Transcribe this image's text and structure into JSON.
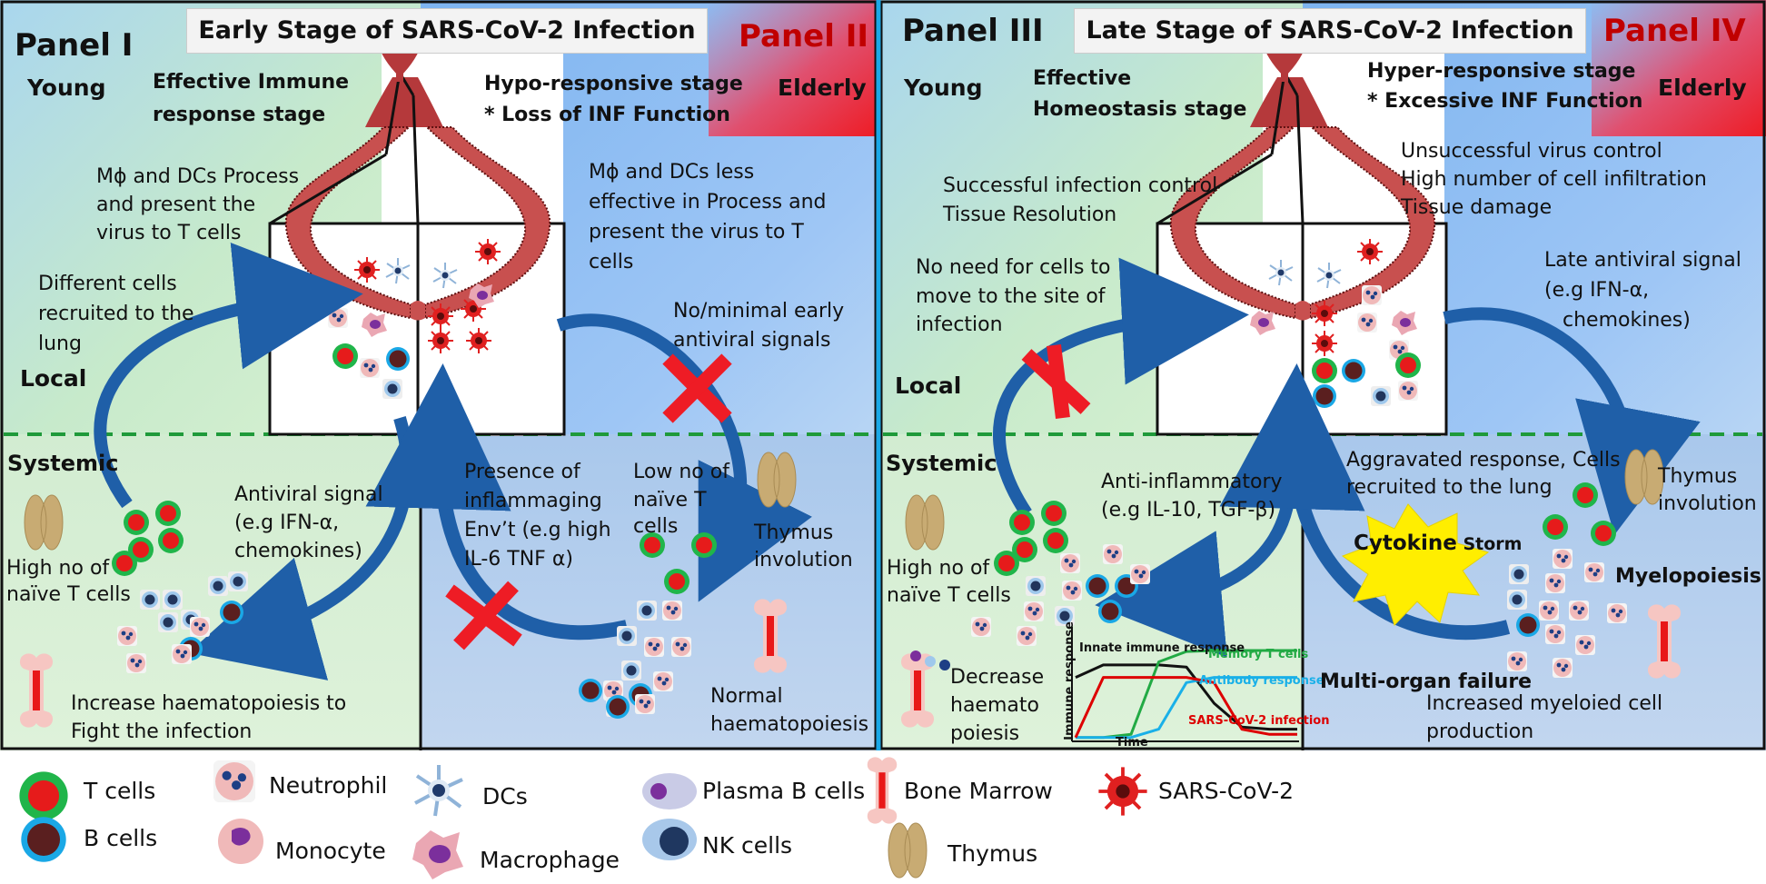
{
  "panels": {
    "p1": "Panel I",
    "p2": "Panel II",
    "p3": "Panel III",
    "p4": "Panel IV"
  },
  "banners": {
    "early": "Early Stage of  SARS-CoV-2 Infection",
    "late": "Late Stage of  SARS-CoV-2 Infection"
  },
  "labels": {
    "young1": "Young",
    "elderly1": "Elderly",
    "young2": "Young",
    "elderly2": "Elderly",
    "local1": "Local",
    "local2": "Local",
    "systemic1": "Systemic",
    "systemic2": "Systemic"
  },
  "p1": {
    "stage": [
      "Effective Immune",
      "response stage"
    ],
    "mphi": [
      "Mϕ and DCs Process",
      "and present the",
      "virus to T cells"
    ],
    "recruited": [
      "Different cells",
      "recruited to the",
      "lung"
    ],
    "antiviral": [
      "Antiviral signal",
      "(e.g IFN-α,",
      "chemokines)"
    ],
    "naive": [
      "High no of",
      "naïve T cells"
    ],
    "haemato": [
      "Increase haematopoiesis to",
      "Fight the infection"
    ]
  },
  "p2": {
    "stage": [
      "Hypo-responsive stage",
      "* Loss of INF Function"
    ],
    "mphi": [
      "Mϕ and DCs less",
      "effective in Process and",
      "present the virus to T",
      "cells"
    ],
    "noearly": [
      "No/minimal early",
      "antiviral signals"
    ],
    "inflammaging": [
      "Presence of",
      "inflammaging",
      "Env’t (e.g high",
      "IL-6 TNF α)"
    ],
    "lowno": [
      "Low no of",
      "naïve T",
      "cells"
    ],
    "thymus": [
      "Thymus",
      "involution"
    ],
    "normal": [
      "Normal",
      "haematopoiesis"
    ]
  },
  "p3": {
    "stage": [
      "Effective",
      "Homeostasis stage"
    ],
    "control": [
      "Successful infection control",
      "Tissue Resolution"
    ],
    "noneed": [
      "No need for cells to",
      "move to the site of",
      "infection"
    ],
    "anti": [
      "Anti-inflammatory",
      "(e.g IL-10, TGF-β)"
    ],
    "naive": [
      "High no of",
      "naïve T cells"
    ],
    "decrease": [
      "Decrease",
      "haemato",
      "poiesis"
    ]
  },
  "p4": {
    "stage": [
      "Hyper-responsive stage",
      "* Excessive INF Function"
    ],
    "unsuccess": [
      "Unsuccessful virus control",
      "High number of cell infiltration",
      "Tissue damage"
    ],
    "late": [
      "Late antiviral signal",
      "(e.g IFN-α,",
      "chemokines)"
    ],
    "aggravated": [
      "Aggravated response,  Cells",
      "recruited to the lung"
    ],
    "thymus": [
      "Thymus",
      "involution"
    ],
    "storm_a": "Cytokine",
    "storm_b": " Storm",
    "myelo": "Myelopoiesis",
    "multi": "Multi-organ failure",
    "increased": [
      "Increased myeloied cell",
      "production"
    ]
  },
  "chart_data": {
    "type": "line",
    "xlabel": "Time",
    "ylabel": "Immune response",
    "series": [
      {
        "name": "Innate immune response",
        "color": "#111111",
        "values": [
          0.6,
          0.72,
          0.72,
          0.72,
          0.7,
          0.35,
          0.12,
          0.1,
          0.1
        ]
      },
      {
        "name": "Memory T cells",
        "color": "#22aa44",
        "values": [
          0.02,
          0.02,
          0.05,
          0.75,
          0.85,
          0.86,
          0.86,
          0.86,
          0.86
        ]
      },
      {
        "name": "Antibody response",
        "color": "#1ab0e8",
        "values": [
          0.02,
          0.02,
          0.02,
          0.1,
          0.55,
          0.6,
          0.6,
          0.6,
          0.6
        ]
      },
      {
        "name": "SARS-CoV-2 infection",
        "color": "#dd0000",
        "values": [
          0.02,
          0.6,
          0.6,
          0.6,
          0.6,
          0.55,
          0.1,
          0.05,
          0.05
        ]
      }
    ]
  },
  "legend": {
    "tcells": "T cells",
    "bcells": "B cells",
    "neutrophil": "Neutrophil",
    "monocyte": "Monocyte",
    "dcs": "DCs",
    "macrophage": "Macrophage",
    "plasma": "Plasma B cells",
    "nk": "NK cells",
    "bonemarrow": "Bone Marrow",
    "thymus": "Thymus",
    "sars": "SARS-CoV-2"
  }
}
